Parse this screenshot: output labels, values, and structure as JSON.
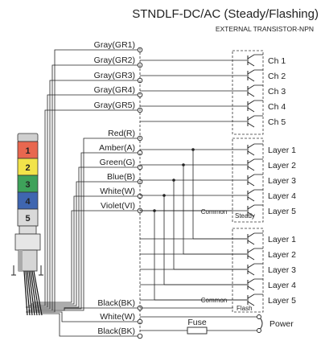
{
  "title": "STNDLF-DC/AC (Steady/Flashing)",
  "subtitle": "EXTERNAL TRANSISTOR-NPN",
  "wires": [
    {
      "label": "Gray(GR1)",
      "target": "Ch 1"
    },
    {
      "label": "Gray(GR2)",
      "target": "Ch 2"
    },
    {
      "label": "Gray(GR3)",
      "target": "Ch 3"
    },
    {
      "label": "Gray(GR4)",
      "target": "Ch 4"
    },
    {
      "label": "Gray(GR5)",
      "target": "Ch 5"
    },
    {
      "label": "Red(R)",
      "target": "Layer 1"
    },
    {
      "label": "Amber(A)",
      "target": "Layer 2"
    },
    {
      "label": "Green(G)",
      "target": "Layer 3"
    },
    {
      "label": "Blue(B)",
      "target": "Layer 4"
    },
    {
      "label": "White(W)",
      "target": "Layer 5"
    },
    {
      "label": "Violet(VI)",
      "target": "Common"
    },
    {
      "label": "Black(BK)",
      "target": "Common"
    },
    {
      "label": "White(W)",
      "target": "Power"
    },
    {
      "label": "Black(BK)",
      "target": "Power"
    }
  ],
  "channels": [
    "Ch 1",
    "Ch 2",
    "Ch 3",
    "Ch 4",
    "Ch 5"
  ],
  "steady_layers": [
    "Layer 1",
    "Layer 2",
    "Layer 3",
    "Layer 4",
    "Layer 5"
  ],
  "flash_layers": [
    "Layer 1",
    "Layer 2",
    "Layer 3",
    "Layer 4",
    "Layer 5"
  ],
  "steady_common": "Common",
  "flash_common": "Common",
  "steady_box_label": "Steady",
  "flash_box_label": "Flash",
  "fuse_label": "Fuse",
  "power_label": "Power",
  "tower_segments": [
    {
      "label": "1",
      "color": "#e8674f"
    },
    {
      "label": "2",
      "color": "#f2e34a"
    },
    {
      "label": "3",
      "color": "#3ea25a"
    },
    {
      "label": "4",
      "color": "#3f66b0"
    },
    {
      "label": "5",
      "color": "#d9d9d9"
    }
  ]
}
